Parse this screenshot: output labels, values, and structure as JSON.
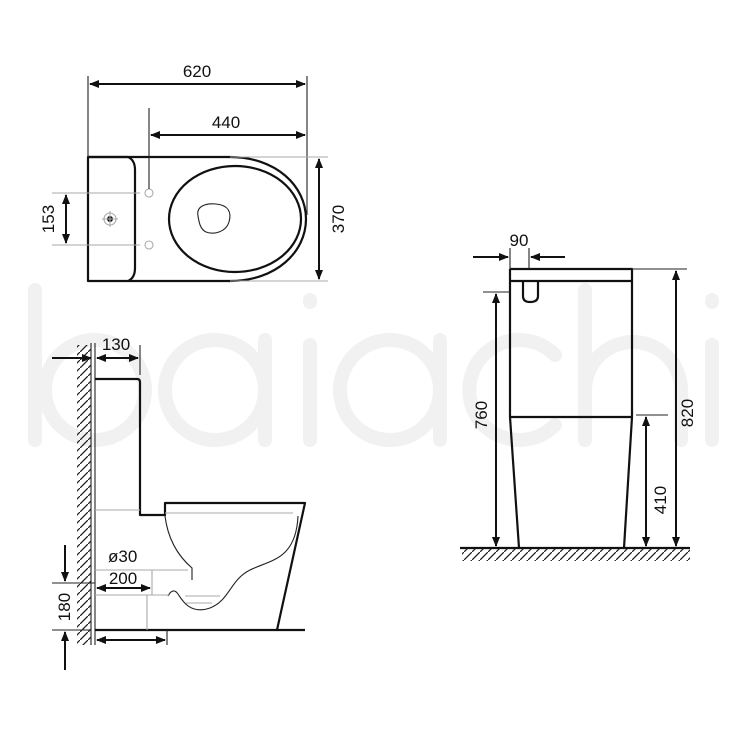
{
  "watermark": "baiachi",
  "top_view": {
    "overall_length": "620",
    "pan_to_front": "440",
    "fixing_hole_spacing": "153",
    "width": "370"
  },
  "side_view": {
    "tank_depth": "130",
    "pipe_diameter": "ø30",
    "outlet_to_wall": "200",
    "outlet_height": "180"
  },
  "front_view": {
    "tank_offset": "90",
    "tank_height": "760",
    "seat_height": "410",
    "total_height": "820"
  }
}
